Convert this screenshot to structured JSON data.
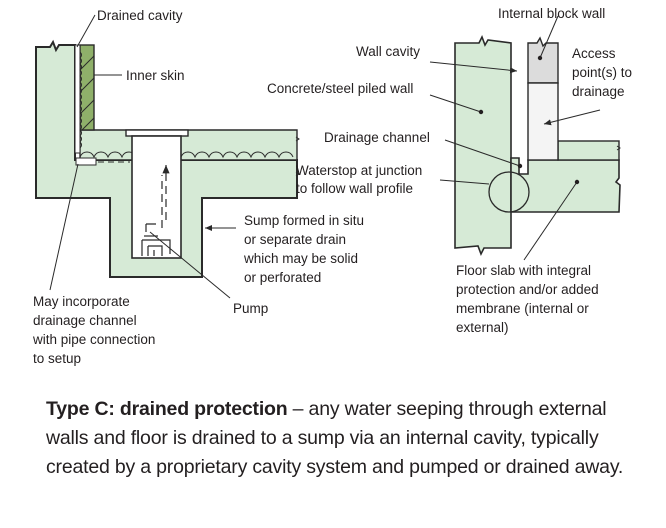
{
  "colors": {
    "concrete": "#d6ead6",
    "inner_skin": "#8fb06a",
    "block_wall": "#dcdcdc",
    "access": "#f4f4f4",
    "outline": "#2a2a2a",
    "text": "#231f20"
  },
  "left_diagram": {
    "labels": {
      "drained_cavity": "Drained cavity",
      "inner_skin": "Inner skin",
      "sump": [
        "Sump formed in situ",
        "or separate drain",
        "which may be solid",
        "or perforated"
      ],
      "pump": "Pump",
      "drainage_channel": [
        "May incorporate",
        "drainage channel",
        "with pipe connection",
        "to setup"
      ]
    }
  },
  "right_diagram": {
    "labels": {
      "internal_block_wall": "Internal block wall",
      "wall_cavity": "Wall cavity",
      "access_points": [
        "Access",
        "point(s) to",
        "drainage"
      ],
      "piled_wall": "Concrete/steel piled wall",
      "drainage_channel": "Drainage channel",
      "waterstop": [
        "Waterstop at junction",
        "to follow wall profile"
      ],
      "floor_slab": [
        "Floor slab with integral",
        "protection and/or added",
        "membrane (internal or",
        "external)"
      ]
    }
  },
  "caption": {
    "title": "Type C: drained protection",
    "body": " – any water seeping through external walls and floor is drained to a sump via an internal cavity, typically created by a proprietary cavity system and pumped or drained away."
  }
}
